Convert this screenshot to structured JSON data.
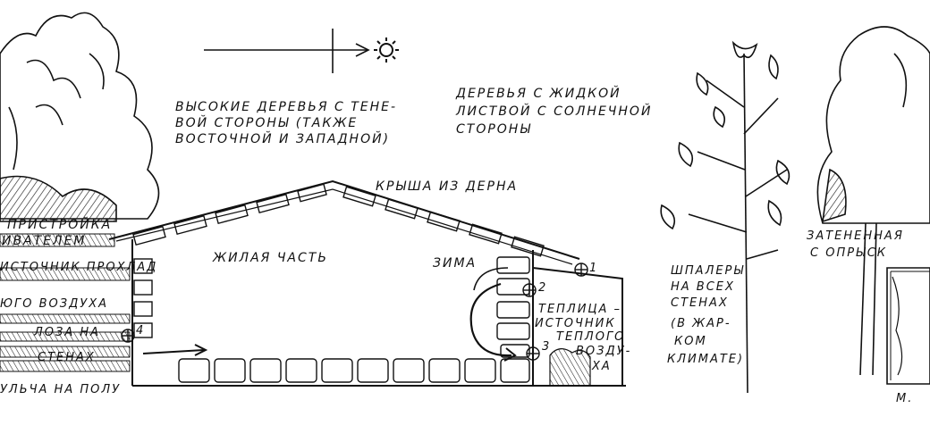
{
  "labels": {
    "tall_trees": [
      "ВЫСОКИЕ ДЕРЕВЬЯ С ТЕНЕ-",
      "ВОЙ СТОРОНЫ (ТАКЖЕ",
      "ВОСТОЧНОЙ И ЗАПАДНОЙ)"
    ],
    "sparse_trees": [
      "ДЕРЕВЬЯ С ЖИДКОЙ",
      "ЛИСТВОЙ С СОЛНЕЧНОЙ",
      "СТОРОНЫ"
    ],
    "roof": "КРЫША ИЗ ДЕРНА",
    "living": "ЖИЛАЯ ЧАСТЬ",
    "winter": "ЗИМА",
    "annex": [
      "ПРИСТРОЙКА",
      "ИВАТЕЛЕМ"
    ],
    "cool_source": "ИСТОЧНИК ПРОХЛАД",
    "cool_air": "ЮГО ВОЗДУХА",
    "vine": [
      "ЛОЗА НА",
      "СТЕНАХ"
    ],
    "mulch": "УЛЬЧА НА ПОЛУ",
    "greenhouse": [
      "ТЕПЛИЦА –",
      "ИСТОЧНИК",
      "ТЕПЛОГО",
      "ВОЗДУ-",
      "ХА"
    ],
    "trellis": [
      "ШПАЛЕРЫ",
      "НА ВСЕХ",
      "СТЕНАХ",
      "(В ЖАР-",
      "КОМ",
      "КЛИМАТЕ)"
    ],
    "shaded": [
      "ЗАТЕНЕННАЯ",
      "С ОПРЫСК"
    ],
    "corner": "М.",
    "numbers": [
      "1",
      "2",
      "3",
      "4"
    ]
  },
  "icons": {
    "sun": "sun-icon",
    "compass": "compass-arrow-icon"
  }
}
